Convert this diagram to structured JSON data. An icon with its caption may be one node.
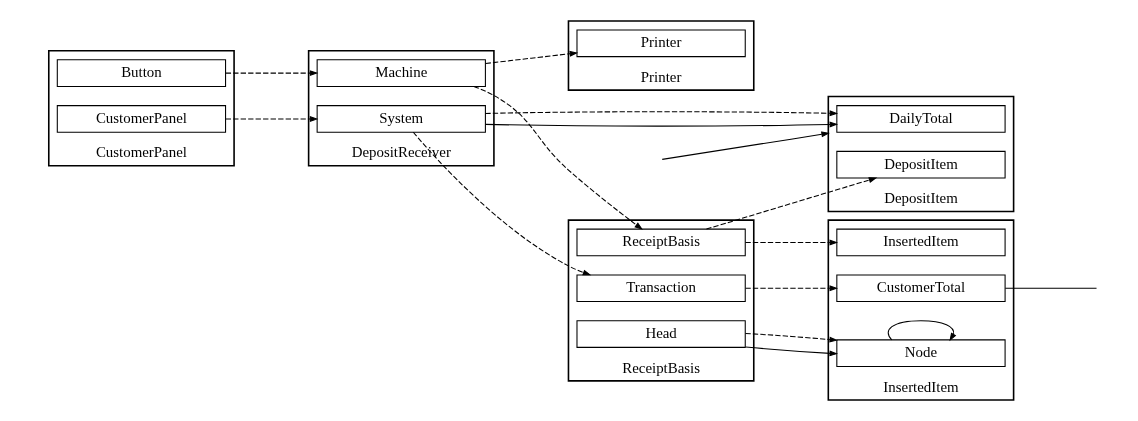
{
  "diagram": {
    "nodes": [
      {
        "text": [
          "CustomerPanel"
        ]
      },
      {
        "text": [
          "CustomerPanel"
        ],
        "in": 0
      },
      {
        "text": [
          "Button"
        ],
        "in": 0
      },
      {
        "text": [
          "DepositReceiver"
        ]
      },
      {
        "text": [
          "System"
        ],
        "in": 3
      },
      {
        "text": [
          "Machine"
        ],
        "in": 3
      },
      {
        "text": [
          "DepositItem"
        ]
      },
      {
        "text": [
          "DailyTotal"
        ],
        "in": 6
      },
      {
        "text": [
          "DepositItem"
        ],
        "in": 6
      },
      {
        "text": [
          "Printer"
        ]
      },
      {
        "text": [
          "Printer"
        ],
        "in": 9
      },
      {
        "text": [
          "ReceiptBasis"
        ]
      },
      {
        "text": [
          "Head"
        ],
        "in": 11
      },
      {
        "text": [
          "Transaction"
        ],
        "in": 11
      },
      {
        "text": [
          "ReceiptBasis"
        ],
        "in": 11
      },
      {
        "text": [
          "InsertedItem"
        ]
      },
      {
        "text": [
          "Node"
        ],
        "in": 15
      },
      {
        "text": [
          "CustomerTotal"
        ],
        "in": 15
      },
      {
        "text": [
          "InsertedItem"
        ],
        "in": 15
      }
    ],
    "edges": [
      {
        "from": 1,
        "to": 4,
        "arrow": "to",
        "style": "dashed"
      },
      {
        "from": 2,
        "to": 5,
        "arrow": "to",
        "style": "dashed"
      },
      {
        "from": 4,
        "to": 13,
        "arrow": "to",
        "style": "dashed"
      },
      {
        "from": 5,
        "to": 10,
        "arrow": "to",
        "style": "dashed"
      },
      {
        "from": 5,
        "to": 14,
        "arrow": "to",
        "style": "dashed"
      },
      {
        "from": 4,
        "to": 7,
        "arrow": "to"
      },
      {
        "from": 4,
        "to": 7,
        "arrow": "to",
        "style": "dashed"
      },
      {
        "from": 14,
        "to": 8,
        "arrow": "to",
        "style": "dashed"
      },
      {
        "from": 12,
        "to": 16,
        "arrow": "to"
      },
      {
        "from": 12,
        "to": 16,
        "arrow": "to",
        "style": "dashed"
      },
      {
        "from": 13,
        "to": 17,
        "arrow": "to",
        "style": "dashed"
      },
      {
        "from": 14,
        "to": 18,
        "arrow": "to",
        "style": "dashed"
      },
      {
        "from": null,
        "to": 6,
        "arrow": "to"
      },
      {
        "from": 16,
        "to": 16,
        "arrow": "to"
      },
      {
        "from": 17,
        "to": null,
        "arrow": "none"
      }
    ]
  }
}
